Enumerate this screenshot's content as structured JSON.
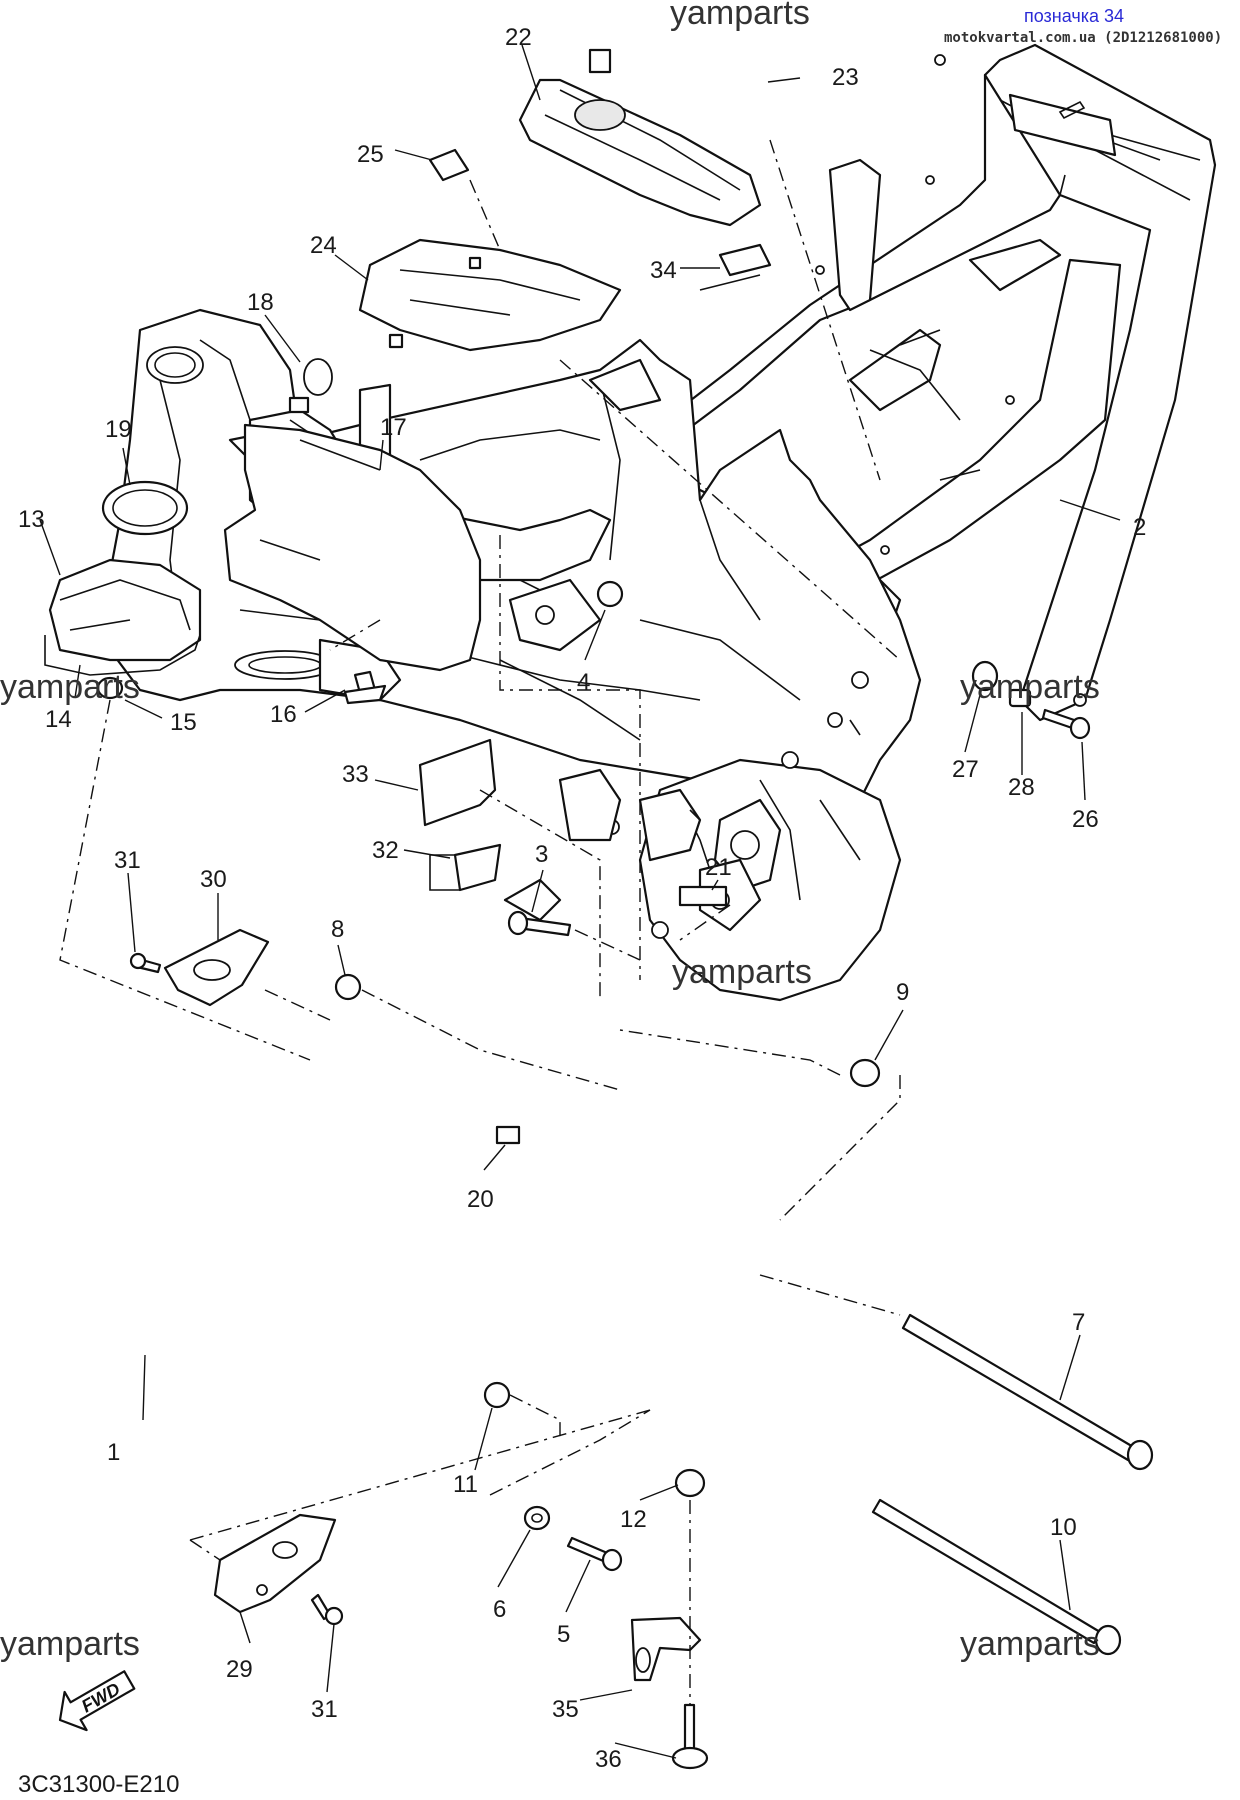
{
  "reference": {
    "title": "позначка 34",
    "subtitle": "motokvartal.com.ua (2D1212681000)"
  },
  "watermarks": [
    {
      "id": "wm-top",
      "text": "yamparts"
    },
    {
      "id": "wm-left",
      "text": "yamparts"
    },
    {
      "id": "wm-right",
      "text": "yamparts"
    },
    {
      "id": "wm-center",
      "text": "yamparts"
    },
    {
      "id": "wm-bottom-left",
      "text": "yamparts"
    },
    {
      "id": "wm-bottom-right",
      "text": "yamparts"
    }
  ],
  "diagram_code": "3C31300-E210",
  "fwd_label": "FWD",
  "callouts": [
    "1",
    "2",
    "3",
    "4",
    "5",
    "6",
    "7",
    "8",
    "9",
    "10",
    "11",
    "12",
    "13",
    "14",
    "15",
    "16",
    "17",
    "18",
    "19",
    "20",
    "21",
    "22",
    "23",
    "24",
    "25",
    "26",
    "27",
    "28",
    "29",
    "30",
    "31",
    "31",
    "32",
    "33",
    "34",
    "35",
    "36"
  ]
}
